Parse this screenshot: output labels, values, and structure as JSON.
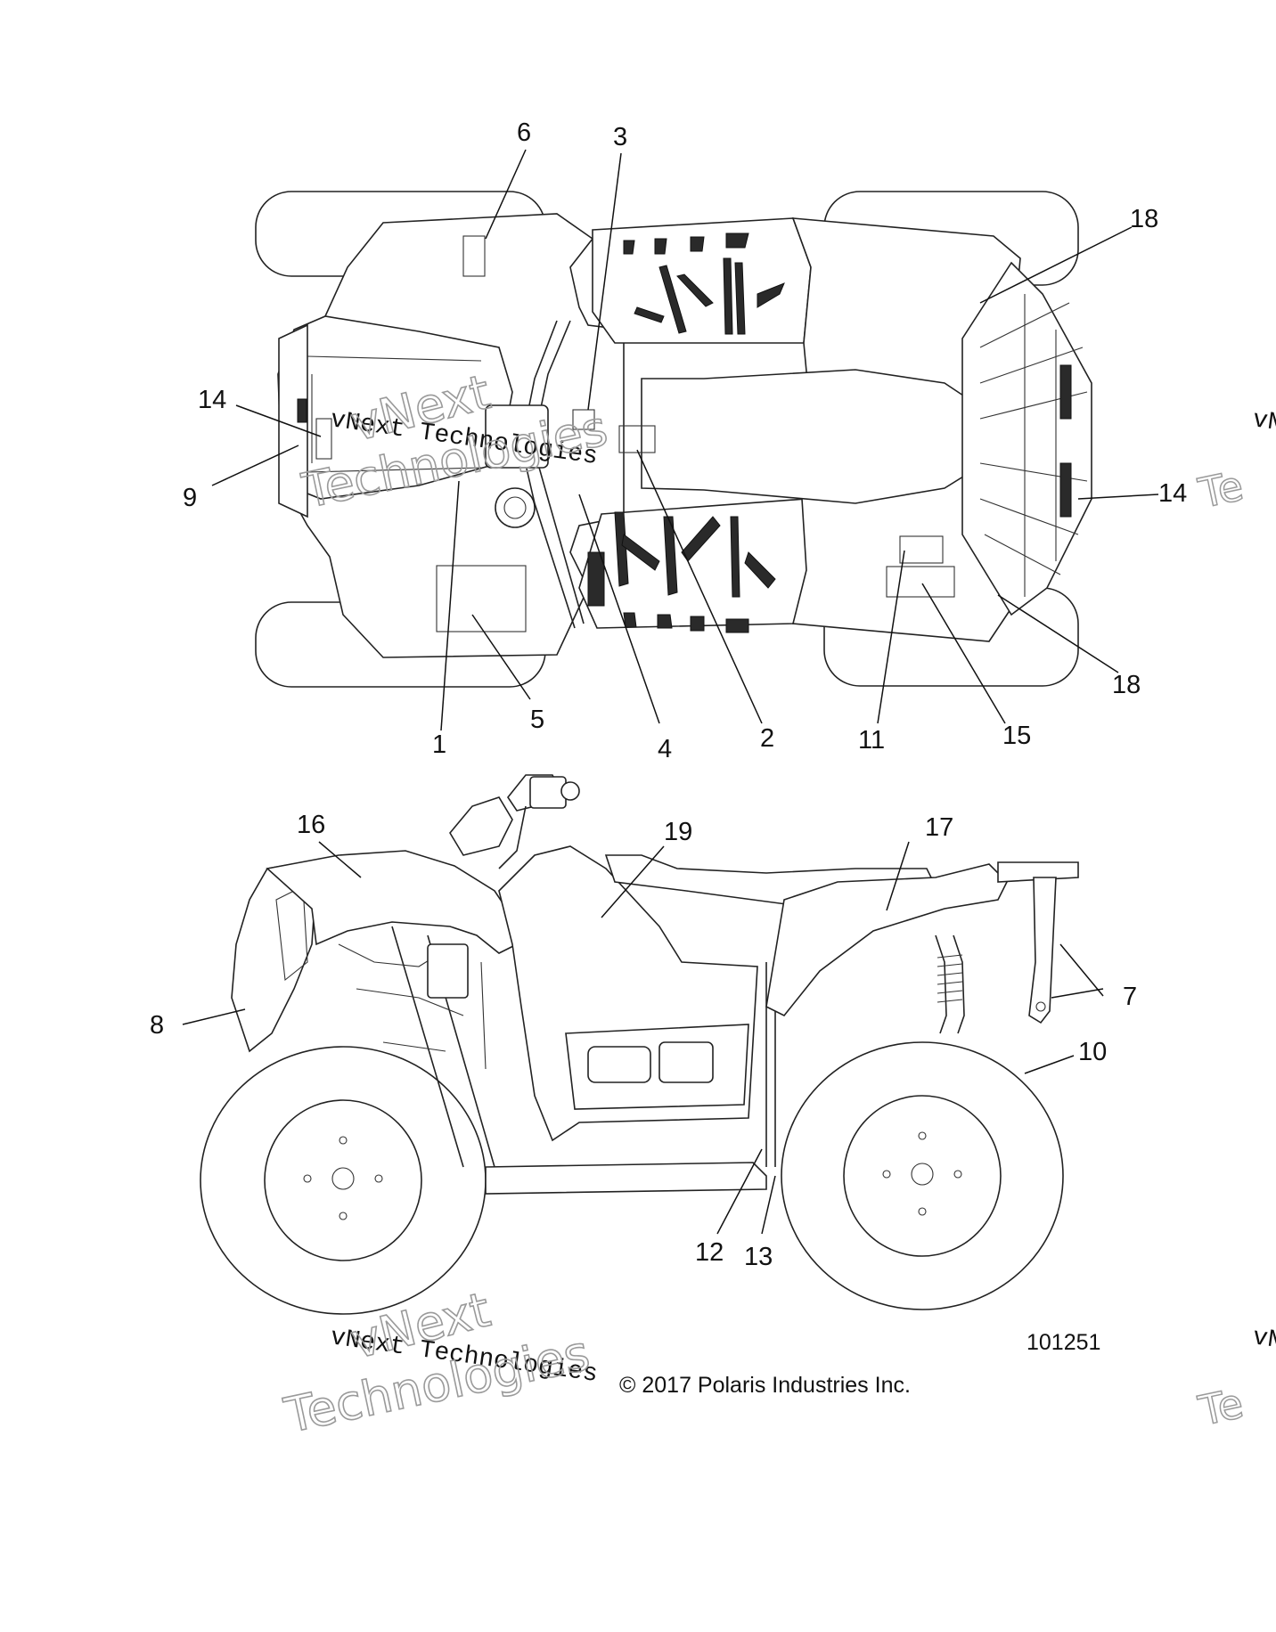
{
  "diagram": {
    "callouts": {
      "c1": "1",
      "c2": "2",
      "c3": "3",
      "c4": "4",
      "c5": "5",
      "c6": "6",
      "c7": "7",
      "c8": "8",
      "c9": "9",
      "c10": "10",
      "c11": "11",
      "c12": "12",
      "c13": "13",
      "c14a": "14",
      "c14b": "14",
      "c15": "15",
      "c16": "16",
      "c17": "17",
      "c18a": "18",
      "c18b": "18",
      "c19": "19"
    },
    "figure_number": "101251",
    "copyright": "© 2017 Polaris Industries Inc."
  },
  "watermark": {
    "serif_text": "vNext Technologies",
    "line1": "vNext",
    "line2": "Technologies",
    "edge_fragment_1": "vN",
    "edge_fragment_2": "Te"
  }
}
